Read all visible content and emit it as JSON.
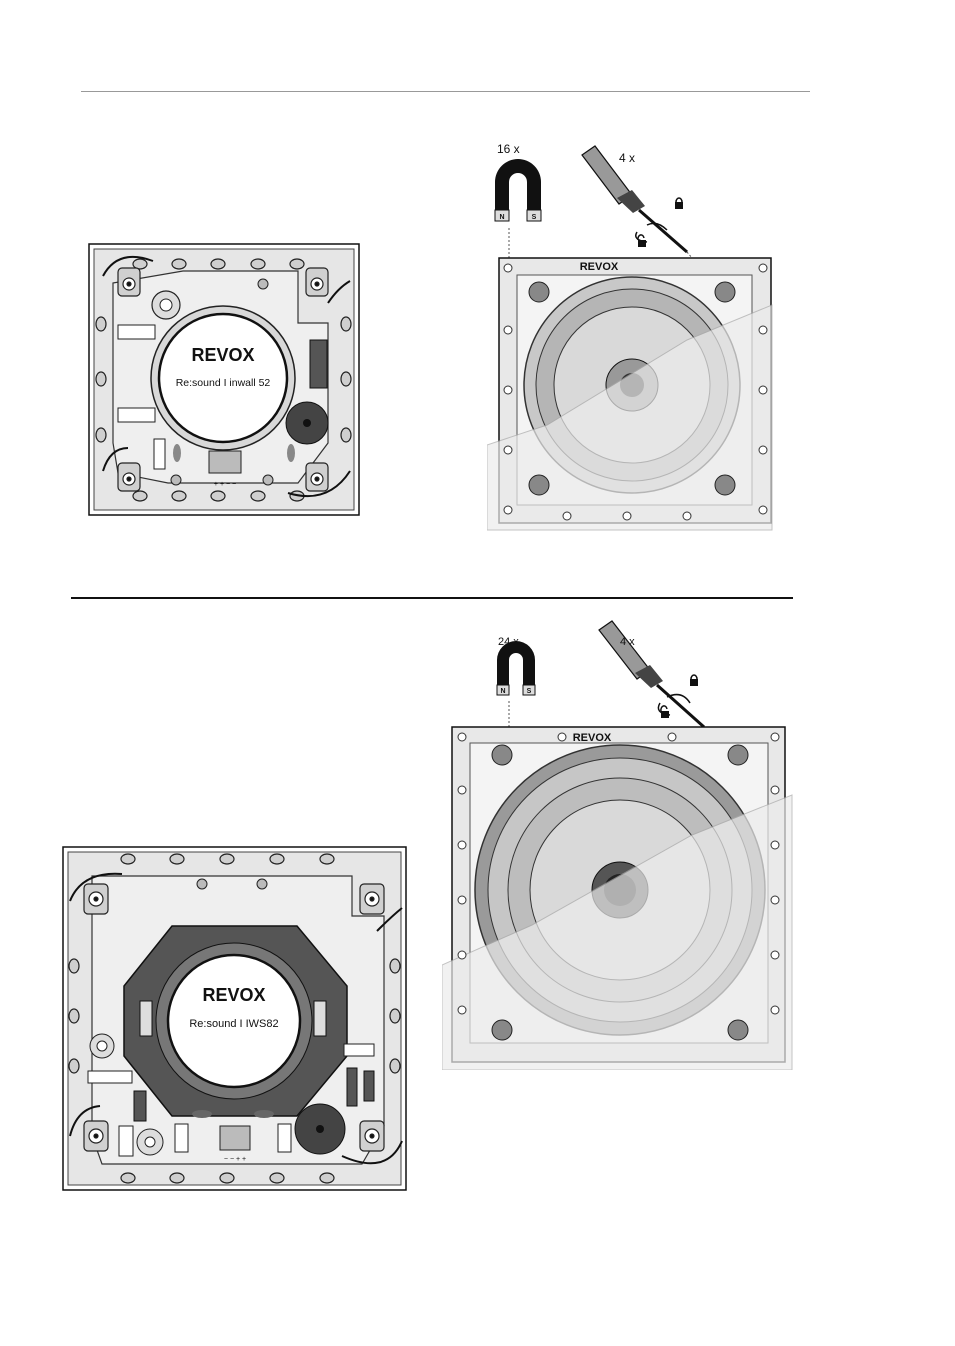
{
  "top_section": {
    "front_brand": "REVOX",
    "front_model": "Re:sound I inwall 52",
    "front_terminal_marks": "+ + − −",
    "magnet_count": "16 x",
    "magnet_poles": [
      "N",
      "S"
    ],
    "screw_count": "4 x",
    "grille_brand": "REVOX"
  },
  "bottom_section": {
    "front_brand": "REVOX",
    "front_model": "Re:sound I IWS82",
    "front_terminal_marks": "− − + +",
    "magnet_count": "24 x",
    "magnet_poles": [
      "N",
      "S"
    ],
    "screw_count": "4 x",
    "grille_brand": "REVOX"
  }
}
